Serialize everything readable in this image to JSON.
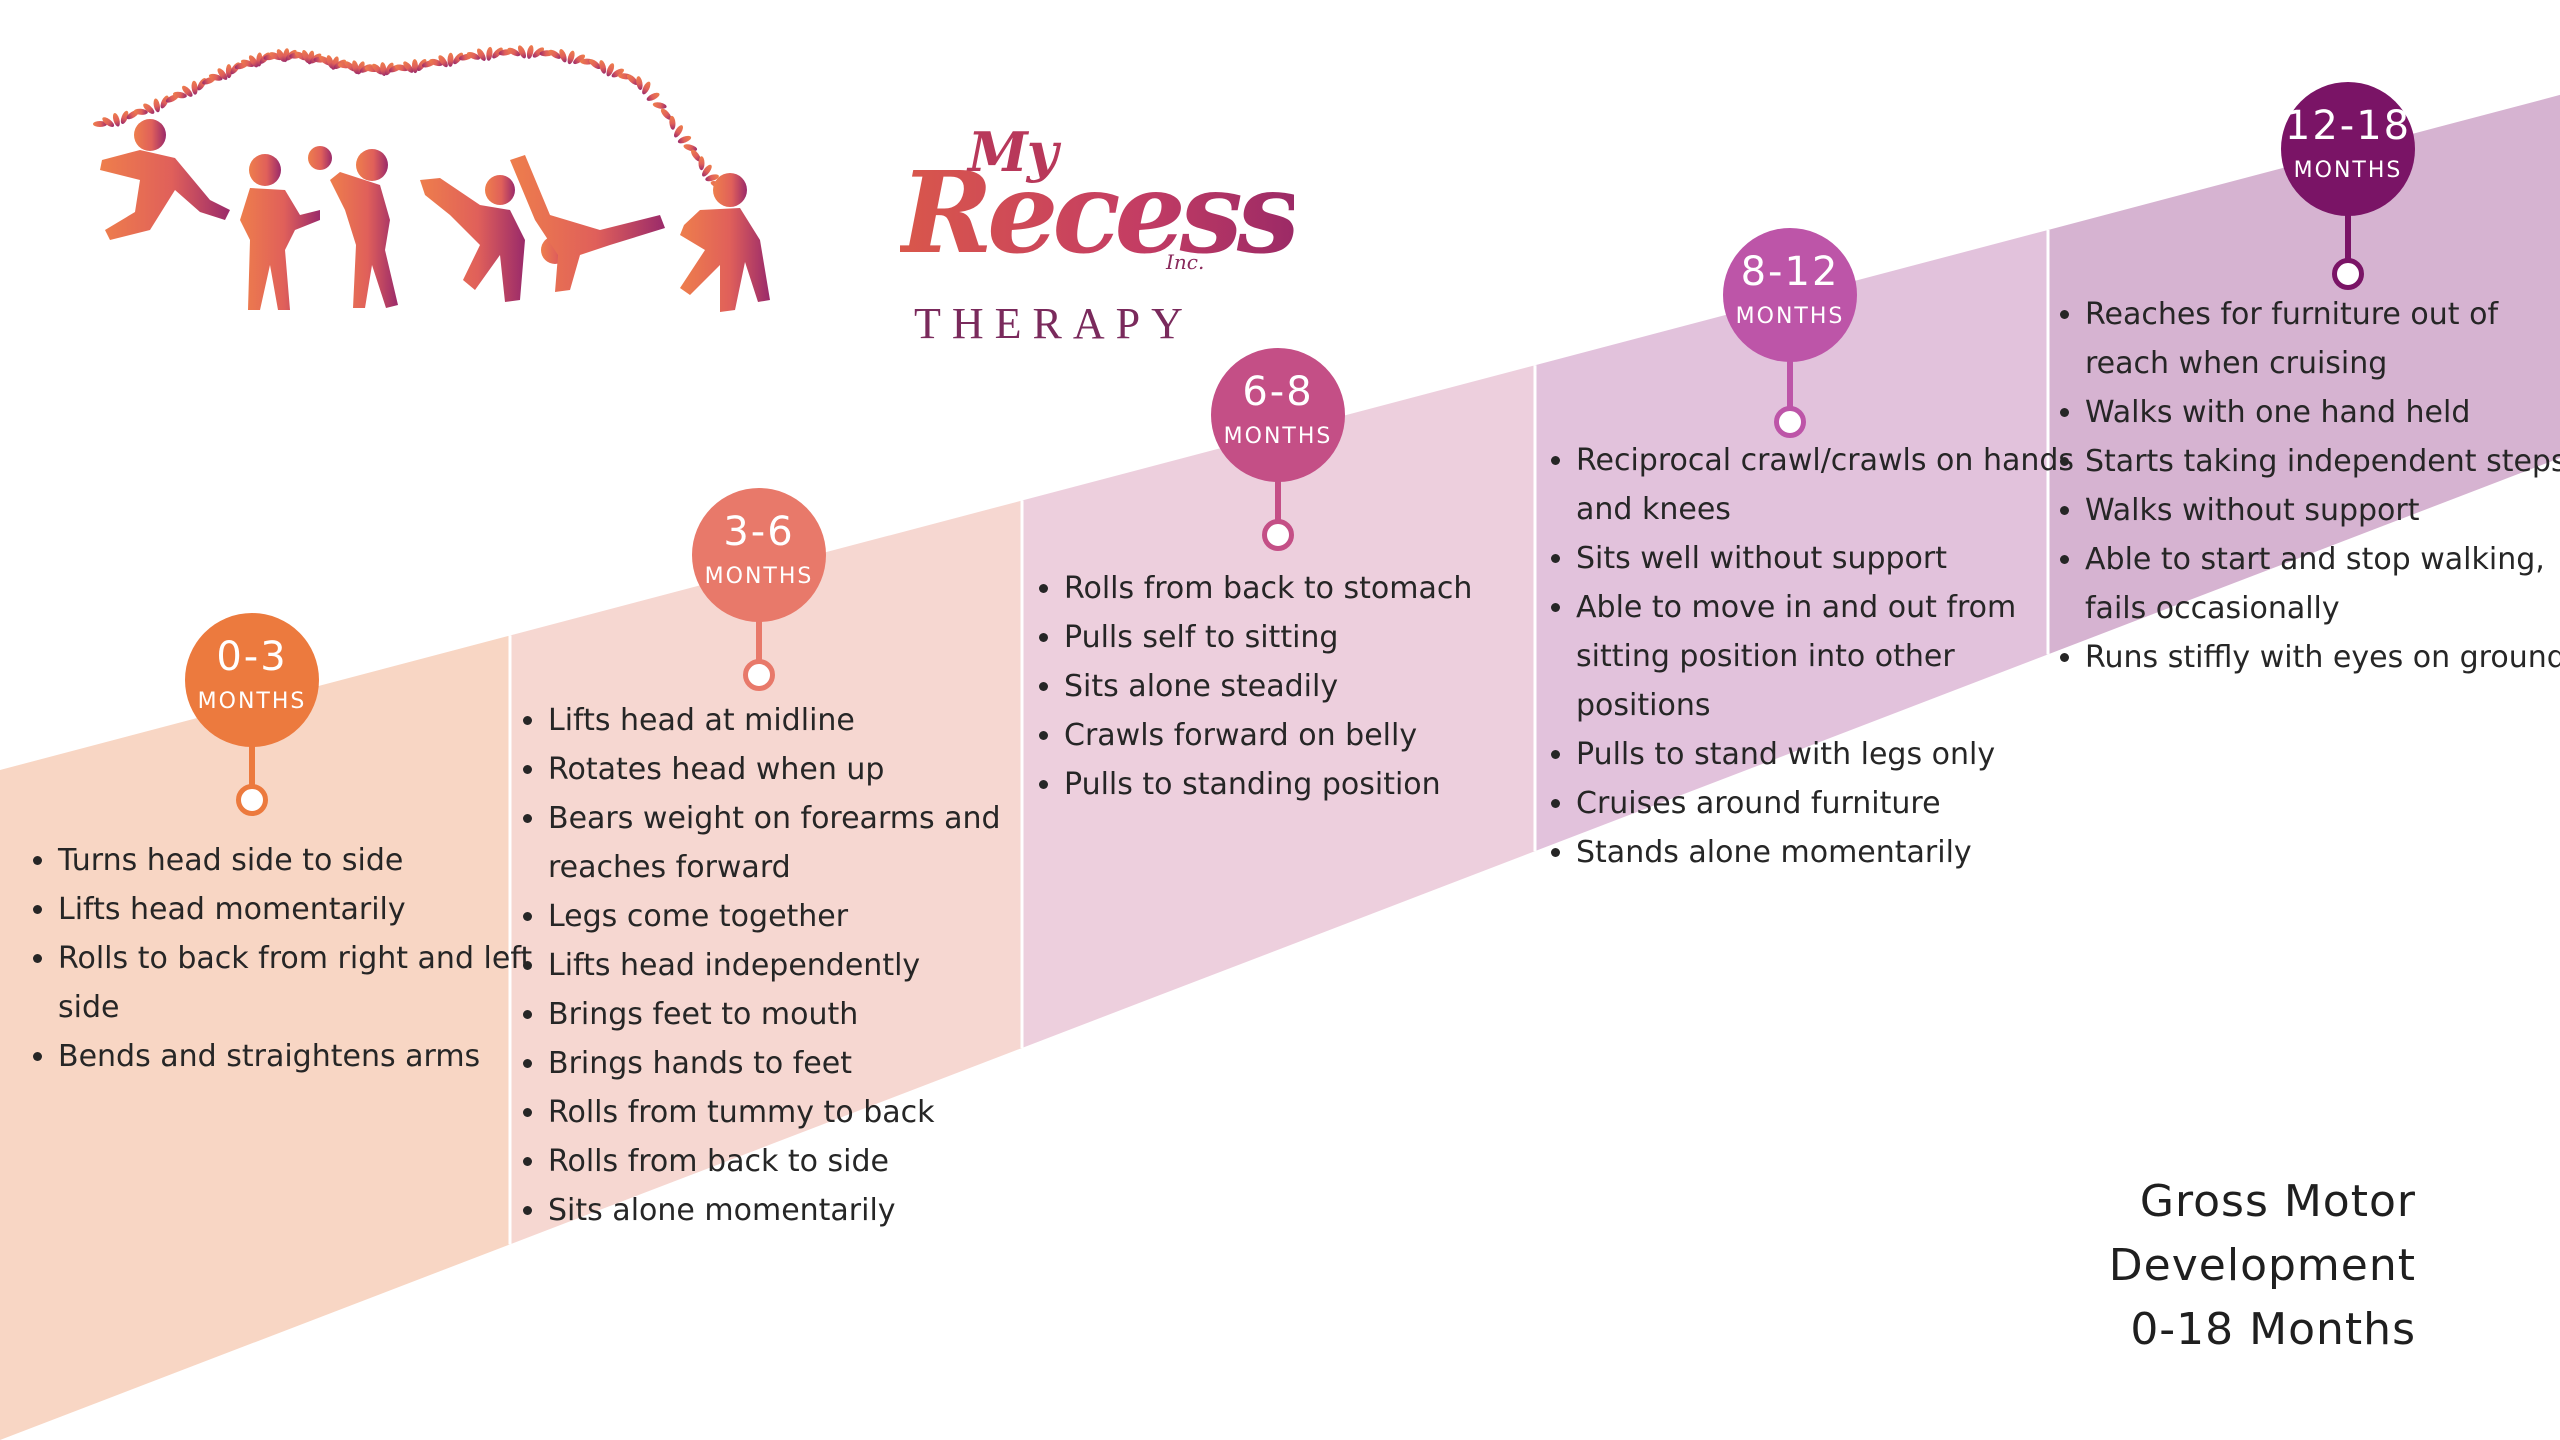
{
  "logo": {
    "my": "My",
    "recess": "Recess",
    "inc": "Inc.",
    "therapy": "THERAPY"
  },
  "title": {
    "line1": "Gross Motor",
    "line2": "Development",
    "line3": "0-18 Months"
  },
  "stages": [
    {
      "range": "0-3",
      "unit": "MONTHS",
      "color": "#ec7a3e",
      "band_color": "#f8d6c4",
      "items": [
        "Turns head side to side",
        "Lifts head momentarily",
        "Rolls to back from right and left side",
        "Bends and straightens arms"
      ]
    },
    {
      "range": "3-6",
      "unit": "MONTHS",
      "color": "#e8796a",
      "band_color": "#f6d7d1",
      "items": [
        "Lifts head at midline",
        "Rotates head when up",
        "Bears weight on forearms and reaches forward",
        "Legs come together",
        "Lifts head independently",
        "Brings feet to mouth",
        "Brings hands to feet",
        "Rolls from tummy to back",
        "Rolls from back to side",
        "Sits alone momentarily"
      ]
    },
    {
      "range": "6-8",
      "unit": "MONTHS",
      "color": "#c44f86",
      "band_color": "#edcfdd",
      "items": [
        "Rolls from back to stomach",
        "Pulls self to sitting",
        "Sits alone steadily",
        "Crawls forward on belly",
        "Pulls to standing position"
      ]
    },
    {
      "range": "8-12",
      "unit": "MONTHS",
      "color": "#bd55a8",
      "band_color": "#e2c2dc",
      "items": [
        "Reciprocal crawl/crawls on hands and knees",
        "Sits well without support",
        "Able to move in and out from sitting position into other positions",
        "Pulls to stand with legs only",
        "Cruises around furniture",
        "Stands alone momentarily"
      ]
    },
    {
      "range": "12-18",
      "unit": "MONTHS",
      "color": "#7a1466",
      "band_color": "#d6b3d1",
      "items": [
        "Reaches for furniture out of reach when cruising",
        "Walks with one hand held",
        "Starts taking independent steps",
        "Walks without support",
        "Able to start and stop walking, fails occasionally",
        "Runs stiffly with eyes on ground"
      ]
    }
  ]
}
